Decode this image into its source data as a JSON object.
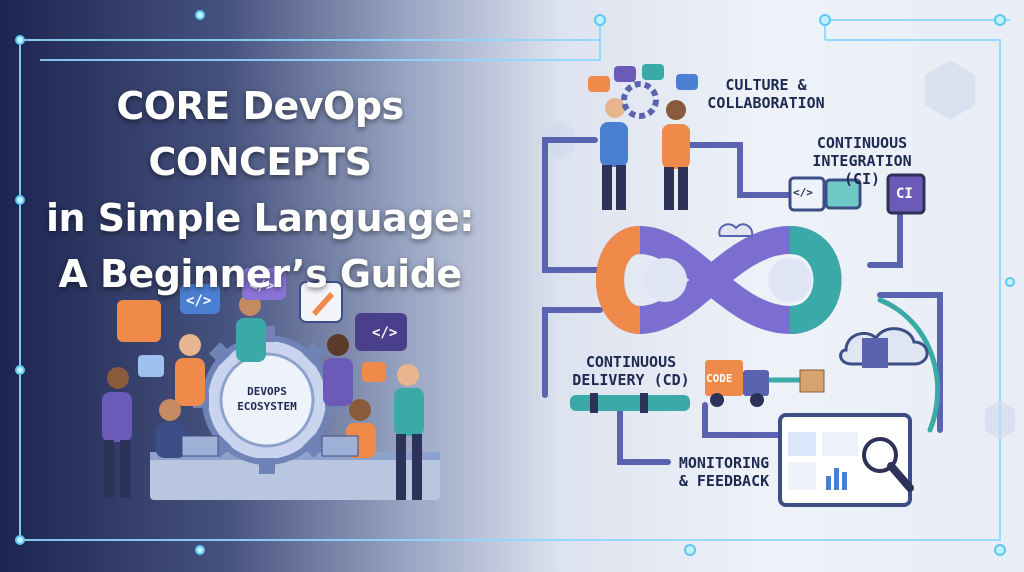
{
  "title": {
    "line1": "CORE DevOps CONCEPTS",
    "line2": "in Simple Language:",
    "line3": "A Beginner’s Guide"
  },
  "ecosystem": {
    "line1": "DEVOPS",
    "line2": "ECOSYSTEM"
  },
  "labels": {
    "culture_1": "CULTURE &",
    "culture_2": "COLLABORATION",
    "ci_1": "CONTINUOUS",
    "ci_2": "INTEGRATION (CI)",
    "cd_1": "CONTINUOUS",
    "cd_2": "DELIVERY (CD)",
    "mon_1": "MONITORING",
    "mon_2": "& FEEDBACK"
  },
  "badges": {
    "code_tag": "</>",
    "ci_cube": "CI",
    "truck": "CODE"
  },
  "colors": {
    "navy": "#1f2a52",
    "purple": "#6b5ab8",
    "teal": "#3aa9a8",
    "orange": "#f08a4b",
    "blue": "#4b7fd1",
    "frame_glow": "#7fe3ff"
  }
}
